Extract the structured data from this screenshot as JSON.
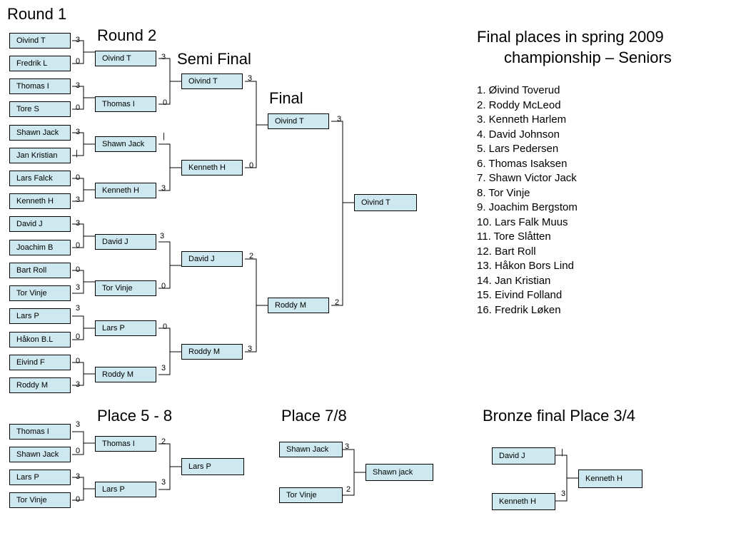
{
  "headings": {
    "round1": "Round 1",
    "round2": "Round 2",
    "semi": "Semi Final",
    "final": "Final",
    "place58": "Place 5 - 8",
    "place78": "Place 7/8",
    "bronze": "Bronze final Place 3/4"
  },
  "final_places": {
    "title_line1": "Final places in spring 2009",
    "title_line2": "championship – Seniors",
    "list": [
      "1. Øivind Toverud",
      "2. Roddy McLeod",
      "3. Kenneth Harlem",
      "4. David Johnson",
      "5. Lars Pedersen",
      "6. Thomas Isaksen",
      "7. Shawn Victor Jack",
      "8. Tor Vinje",
      "9. Joachim Bergstom",
      "10. Lars Falk Muus",
      "11. Tore Slåtten",
      "12. Bart Roll",
      "13. Håkon Bors Lind",
      "14. Jan Kristian",
      "15. Eivind Folland",
      "16. Fredrik Løken"
    ]
  },
  "round1": [
    {
      "name": "Oivind T",
      "score": "3"
    },
    {
      "name": "Fredrik L",
      "score": "0"
    },
    {
      "name": "Thomas I",
      "score": "3"
    },
    {
      "name": "Tore S",
      "score": "0"
    },
    {
      "name": "Shawn Jack",
      "score": "3"
    },
    {
      "name": "Jan Kristian",
      "score": "|"
    },
    {
      "name": "Lars Falck",
      "score": "0"
    },
    {
      "name": "Kenneth H",
      "score": "3"
    },
    {
      "name": "David J",
      "score": "3"
    },
    {
      "name": "Joachim B",
      "score": "0"
    },
    {
      "name": "Bart Roll",
      "score": "0"
    },
    {
      "name": "Tor Vinje",
      "score": "3"
    },
    {
      "name": "Lars P",
      "score": "3"
    },
    {
      "name": "Håkon B.L",
      "score": "0"
    },
    {
      "name": "Eivind F",
      "score": "0"
    },
    {
      "name": "Roddy M",
      "score": "3"
    }
  ],
  "round2": [
    {
      "name": "Oivind T",
      "score": "3"
    },
    {
      "name": "Thomas I",
      "score": "0"
    },
    {
      "name": "Shawn Jack",
      "score": "|"
    },
    {
      "name": "Kenneth H",
      "score": "3"
    },
    {
      "name": "David J",
      "score": "3"
    },
    {
      "name": "Tor Vinje",
      "score": "0"
    },
    {
      "name": "Lars P",
      "score": "0"
    },
    {
      "name": "Roddy M",
      "score": "3"
    }
  ],
  "semi": [
    {
      "name": "Oivind T",
      "score": "3"
    },
    {
      "name": "Kenneth H",
      "score": "0"
    },
    {
      "name": "David J",
      "score": "2"
    },
    {
      "name": "Roddy M",
      "score": "3"
    }
  ],
  "final": [
    {
      "name": "Oivind T",
      "score": "3"
    },
    {
      "name": "Roddy M",
      "score": "2"
    }
  ],
  "champion": {
    "name": "Oivind T"
  },
  "place58": {
    "round1": [
      {
        "name": "Thomas I",
        "score": "3"
      },
      {
        "name": "Shawn Jack",
        "score": "0"
      },
      {
        "name": "Lars P",
        "score": "3"
      },
      {
        "name": "Tor Vinje",
        "score": "0"
      }
    ],
    "round2": [
      {
        "name": "Thomas I",
        "score": "2"
      },
      {
        "name": "Lars P",
        "score": "3"
      }
    ],
    "winner": {
      "name": "Lars P"
    }
  },
  "place78": {
    "players": [
      {
        "name": "Shawn Jack",
        "score": "3"
      },
      {
        "name": "Tor Vinje",
        "score": "2"
      }
    ],
    "winner": {
      "name": "Shawn jack"
    }
  },
  "bronze": {
    "players": [
      {
        "name": "David J",
        "score": "|"
      },
      {
        "name": "Kenneth H",
        "score": "3"
      }
    ],
    "winner": {
      "name": "Kenneth H"
    }
  }
}
